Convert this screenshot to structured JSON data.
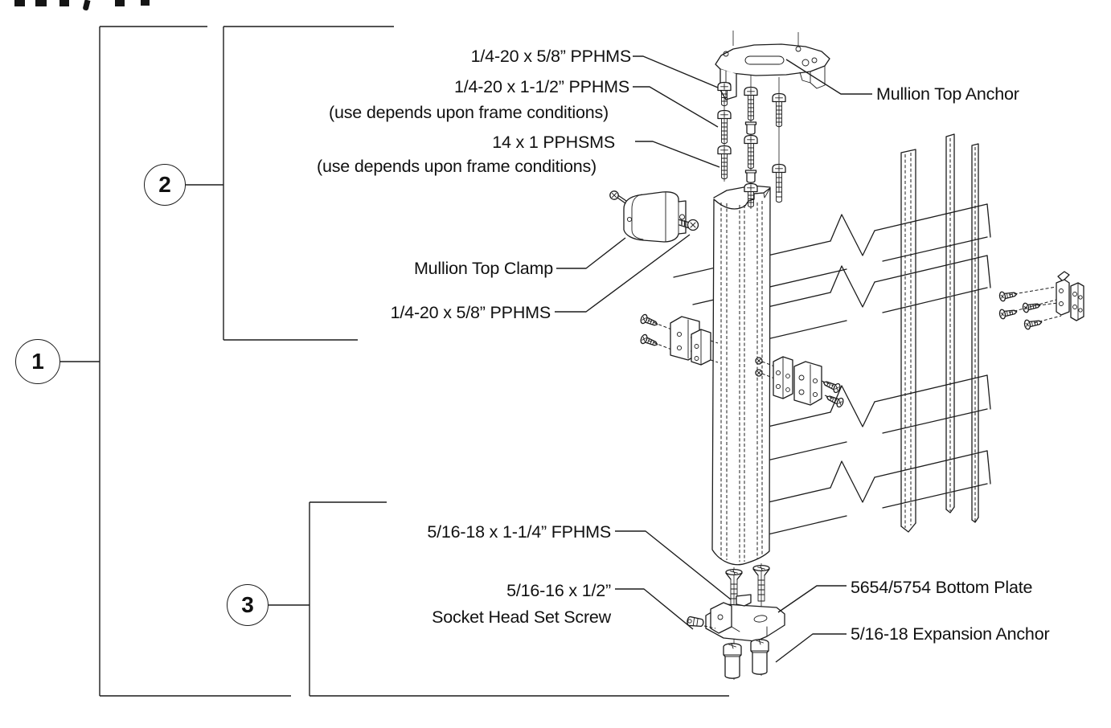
{
  "figure": {
    "type": "exploded-assembly-diagram",
    "top_edge_note": "illegible clipped text bottoms with comma at top edge",
    "colors": {
      "line": "#1c1c1c",
      "background": "#ffffff",
      "text": "#111111"
    }
  },
  "balloons": [
    {
      "num": "1"
    },
    {
      "num": "2"
    },
    {
      "num": "3"
    }
  ],
  "callouts": {
    "screw_58_pphms_top": "1/4-20 x 5/8” PPHMS",
    "screw_112_pphms": "1/4-20 x 1-1/2” PPHMS",
    "use_depends_a": "(use depends upon frame conditions)",
    "screw_14x1_pphsms": "14 x 1 PPHSMS",
    "use_depends_b": "(use depends upon frame conditions)",
    "mullion_top_anchor": "Mullion Top Anchor",
    "mullion_top_clamp": "Mullion Top Clamp",
    "screw_58_pphms_clamp": "1/4-20 x 5/8” PPHMS",
    "screw_fphms": "5/16-18 x 1-1/4” FPHMS",
    "set_screw_line1": "5/16-16 x 1/2”",
    "set_screw_line2": "Socket Head Set Screw",
    "bottom_plate": "5654/5754 Bottom Plate",
    "expansion_anchor": "5/16-18 Expansion Anchor"
  }
}
